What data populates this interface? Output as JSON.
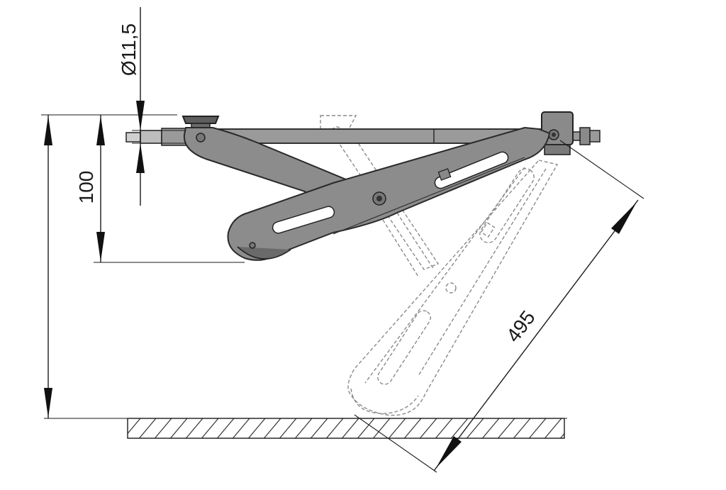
{
  "dimensions": {
    "diameter_label": "Ø11,5",
    "height_label": "100",
    "length_label": "495"
  },
  "colors": {
    "part_fill": "#8c8c8c",
    "part_stroke": "#2a2a2a",
    "ghost_stroke": "#8a8a8a",
    "dimension_line": "#1a1a1a"
  }
}
